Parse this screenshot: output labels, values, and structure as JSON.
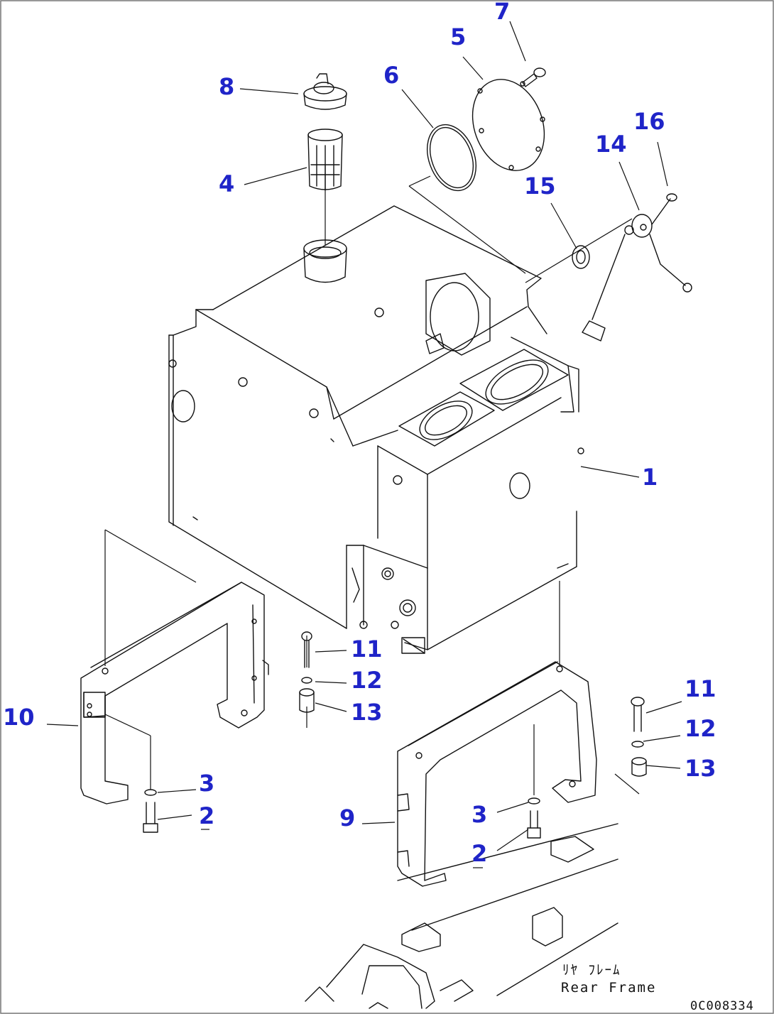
{
  "callouts": {
    "c1": "1",
    "c2a": "2",
    "c2b": "2",
    "c3a": "3",
    "c3b": "3",
    "c4": "4",
    "c5": "5",
    "c6": "6",
    "c7": "7",
    "c8": "8",
    "c9": "9",
    "c10": "10",
    "c11a": "11",
    "c11b": "11",
    "c12a": "12",
    "c12b": "12",
    "c13a": "13",
    "c13b": "13",
    "c14": "14",
    "c15": "15",
    "c16": "16"
  },
  "rear_frame": {
    "label_jp": "ﾘﾔ ﾌﾚｰﾑ",
    "label_en": "Rear Frame"
  },
  "drawing_number": "0C008334",
  "colors": {
    "callout": "#1f24c8",
    "line": "#111111",
    "background": "#ffffff"
  }
}
